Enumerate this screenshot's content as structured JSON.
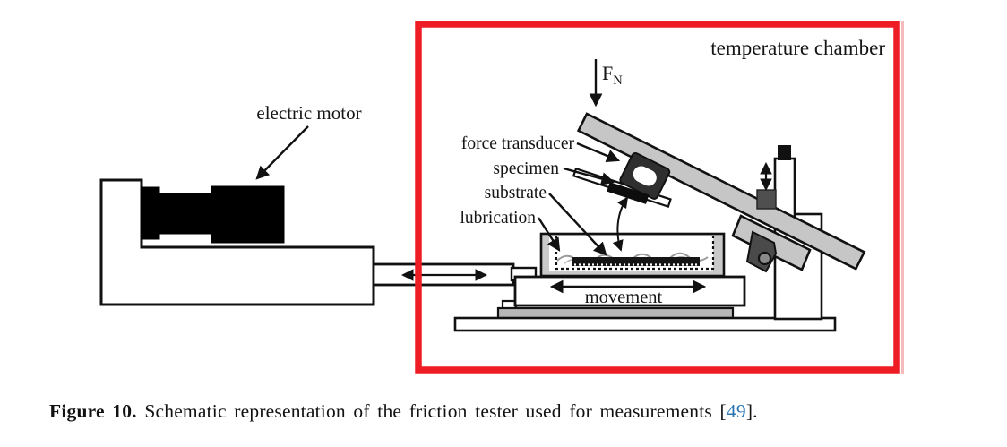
{
  "caption": {
    "label": "Figure 10.",
    "body": " Schematic representation of the friction tester used for measurements ",
    "bracket_open": "[",
    "reference": "49",
    "bracket_close": "]."
  },
  "labels": {
    "electric_motor": "electric motor",
    "temperature_chamber": "temperature chamber",
    "force_f": "F",
    "force_sub": "N",
    "force_transducer": "force transducer",
    "specimen": "specimen",
    "substrate": "substrate",
    "lubrication": "lubrication",
    "movement": "movement"
  },
  "colors": {
    "chamber_border": "#ee1c24",
    "chamber_border_ghost": "#f6bcbc",
    "beam_gray": "#c6c6c6",
    "tray_gray": "#c9c9c9",
    "plate_gray": "#b8b8b8",
    "dark_gray": "#4a4a4a",
    "line_black": "#111111",
    "reference_link_blue": "#2a76b5"
  }
}
